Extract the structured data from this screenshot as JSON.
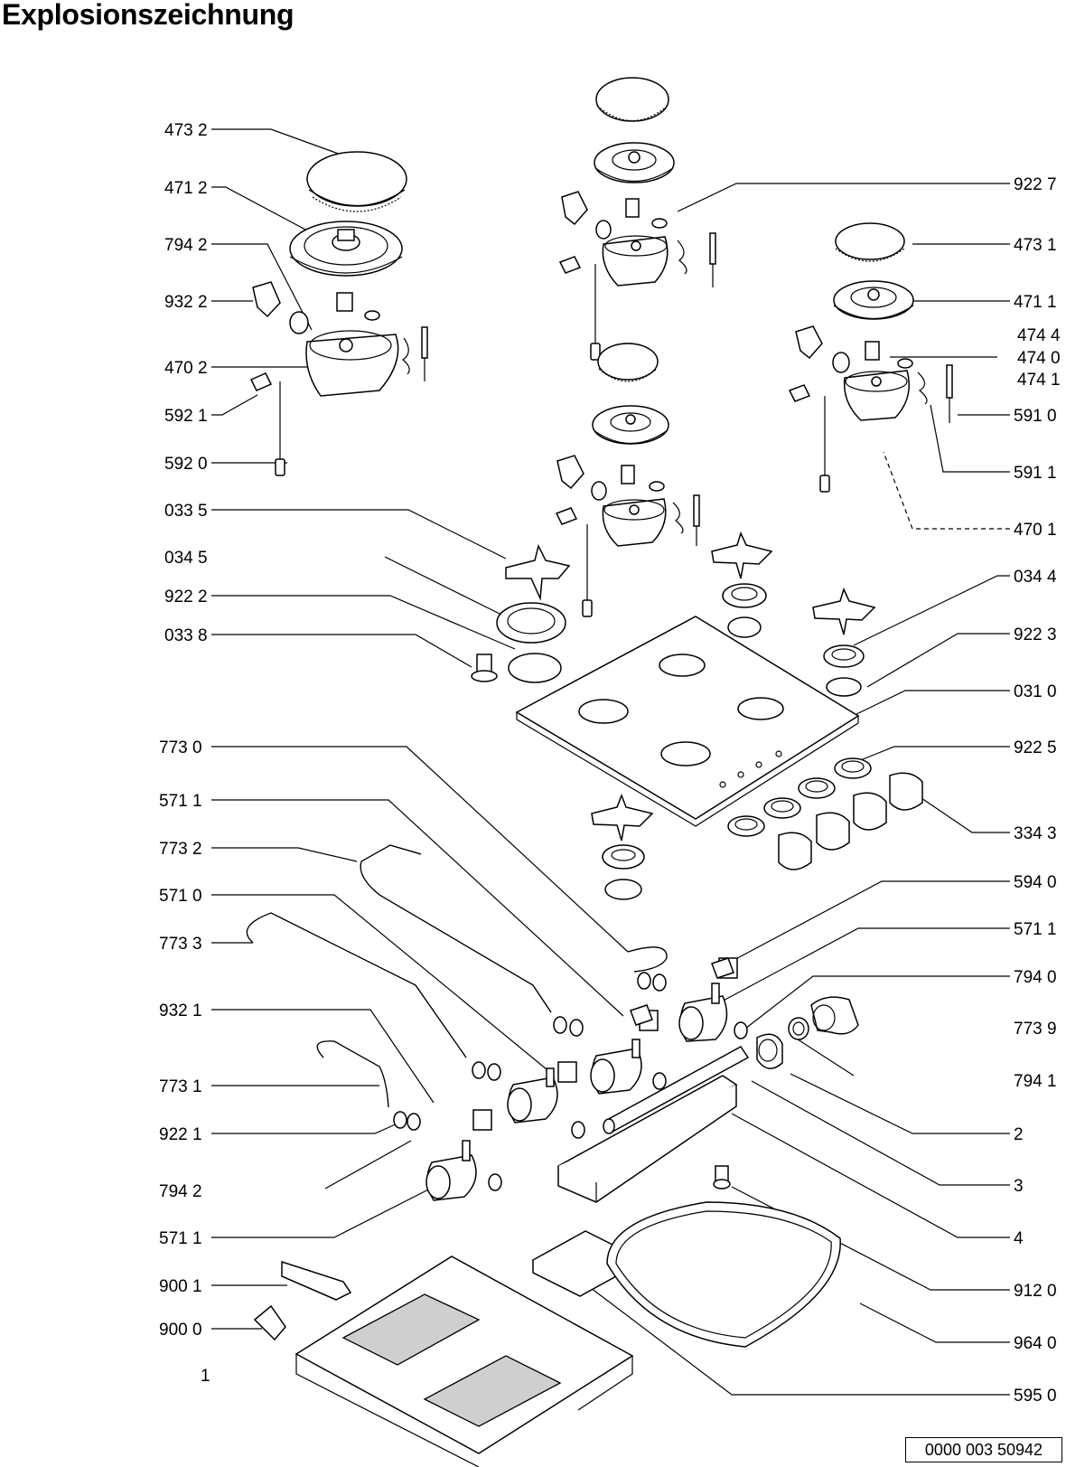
{
  "title": "Explosionszeichnung",
  "doc_number": "0000 003 50942",
  "labels_left": [
    "473 2",
    "471 2",
    "794 2",
    "932 2",
    "470 2",
    "592 1",
    "592 0",
    "033 5",
    "034 5",
    "922 2",
    "033 8",
    "773 0",
    "571 1",
    "773 2",
    "571 0",
    "773 3",
    "932 1",
    "773 1",
    "922 1",
    "794 2",
    "571 1",
    "900 1",
    "900 0",
    "1"
  ],
  "labels_right": [
    "922 7",
    "473 1",
    "471 1",
    "474 4",
    "474 0",
    "474 1",
    "591 0",
    "591 1",
    "470 1",
    "034 4",
    "922 3",
    "031 0",
    "922 5",
    "334 3",
    "594 0",
    "571 1",
    "794 0",
    "773 9",
    "794 1",
    "2",
    "3",
    "4",
    "912 0",
    "964 0",
    "595 0"
  ]
}
